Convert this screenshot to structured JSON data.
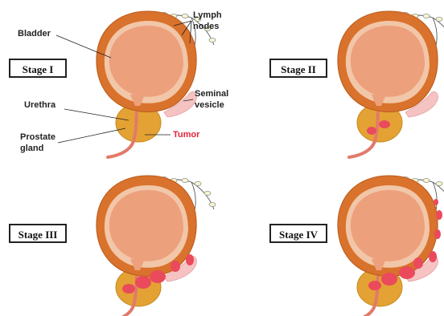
{
  "stages": [
    {
      "label": "Stage I"
    },
    {
      "label": "Stage II"
    },
    {
      "label": "Stage III"
    },
    {
      "label": "Stage IV"
    }
  ],
  "annotations": {
    "lymph_nodes": "Lymph\nnodes",
    "bladder": "Bladder",
    "seminal_vesicle": "Seminal\nvesicle",
    "urethra": "Urethra",
    "prostate_gland": "Prostate\ngland",
    "tumor": "Tumor"
  },
  "colors": {
    "bladder_outer": "#d9722c",
    "bladder_inner": "#eda07c",
    "bladder_rim": "#f2c6a8",
    "prostate": "#e3a233",
    "seminal_vesicle": "#f6c3c3",
    "tumor": "#ea4a5c",
    "lymph_node": "#fbf4c9",
    "tumor_label": "#e2233a"
  }
}
